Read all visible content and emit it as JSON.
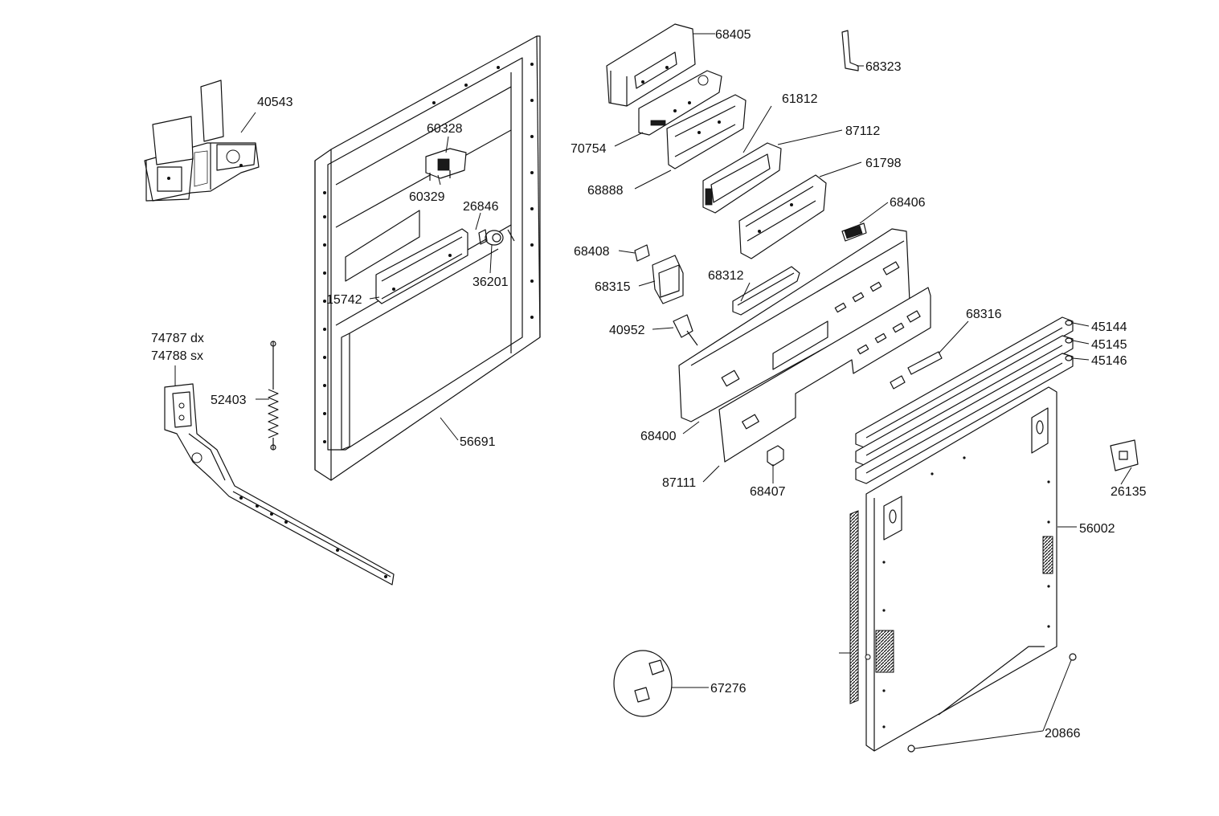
{
  "labels": {
    "p40543": "40543",
    "p60328": "60328",
    "p60329": "60329",
    "p26846": "26846",
    "p36201": "36201",
    "p15742": "15742",
    "p74787": "74787 dx",
    "p74788": "74788 sx",
    "p52403": "52403",
    "p56691": "56691",
    "p68405": "68405",
    "p68323": "68323",
    "p70754": "70754",
    "p61812": "61812",
    "p87112": "87112",
    "p68888": "68888",
    "p61798": "61798",
    "p68406": "68406",
    "p68408": "68408",
    "p68315": "68315",
    "p68312": "68312",
    "p40952": "40952",
    "p68316": "68316",
    "p45144": "45144",
    "p45145": "45145",
    "p45146": "45146",
    "p68400": "68400",
    "p87111": "87111",
    "p68407": "68407",
    "p26135": "26135",
    "p56002": "56002",
    "p67276": "67276",
    "p20866": "20866"
  }
}
